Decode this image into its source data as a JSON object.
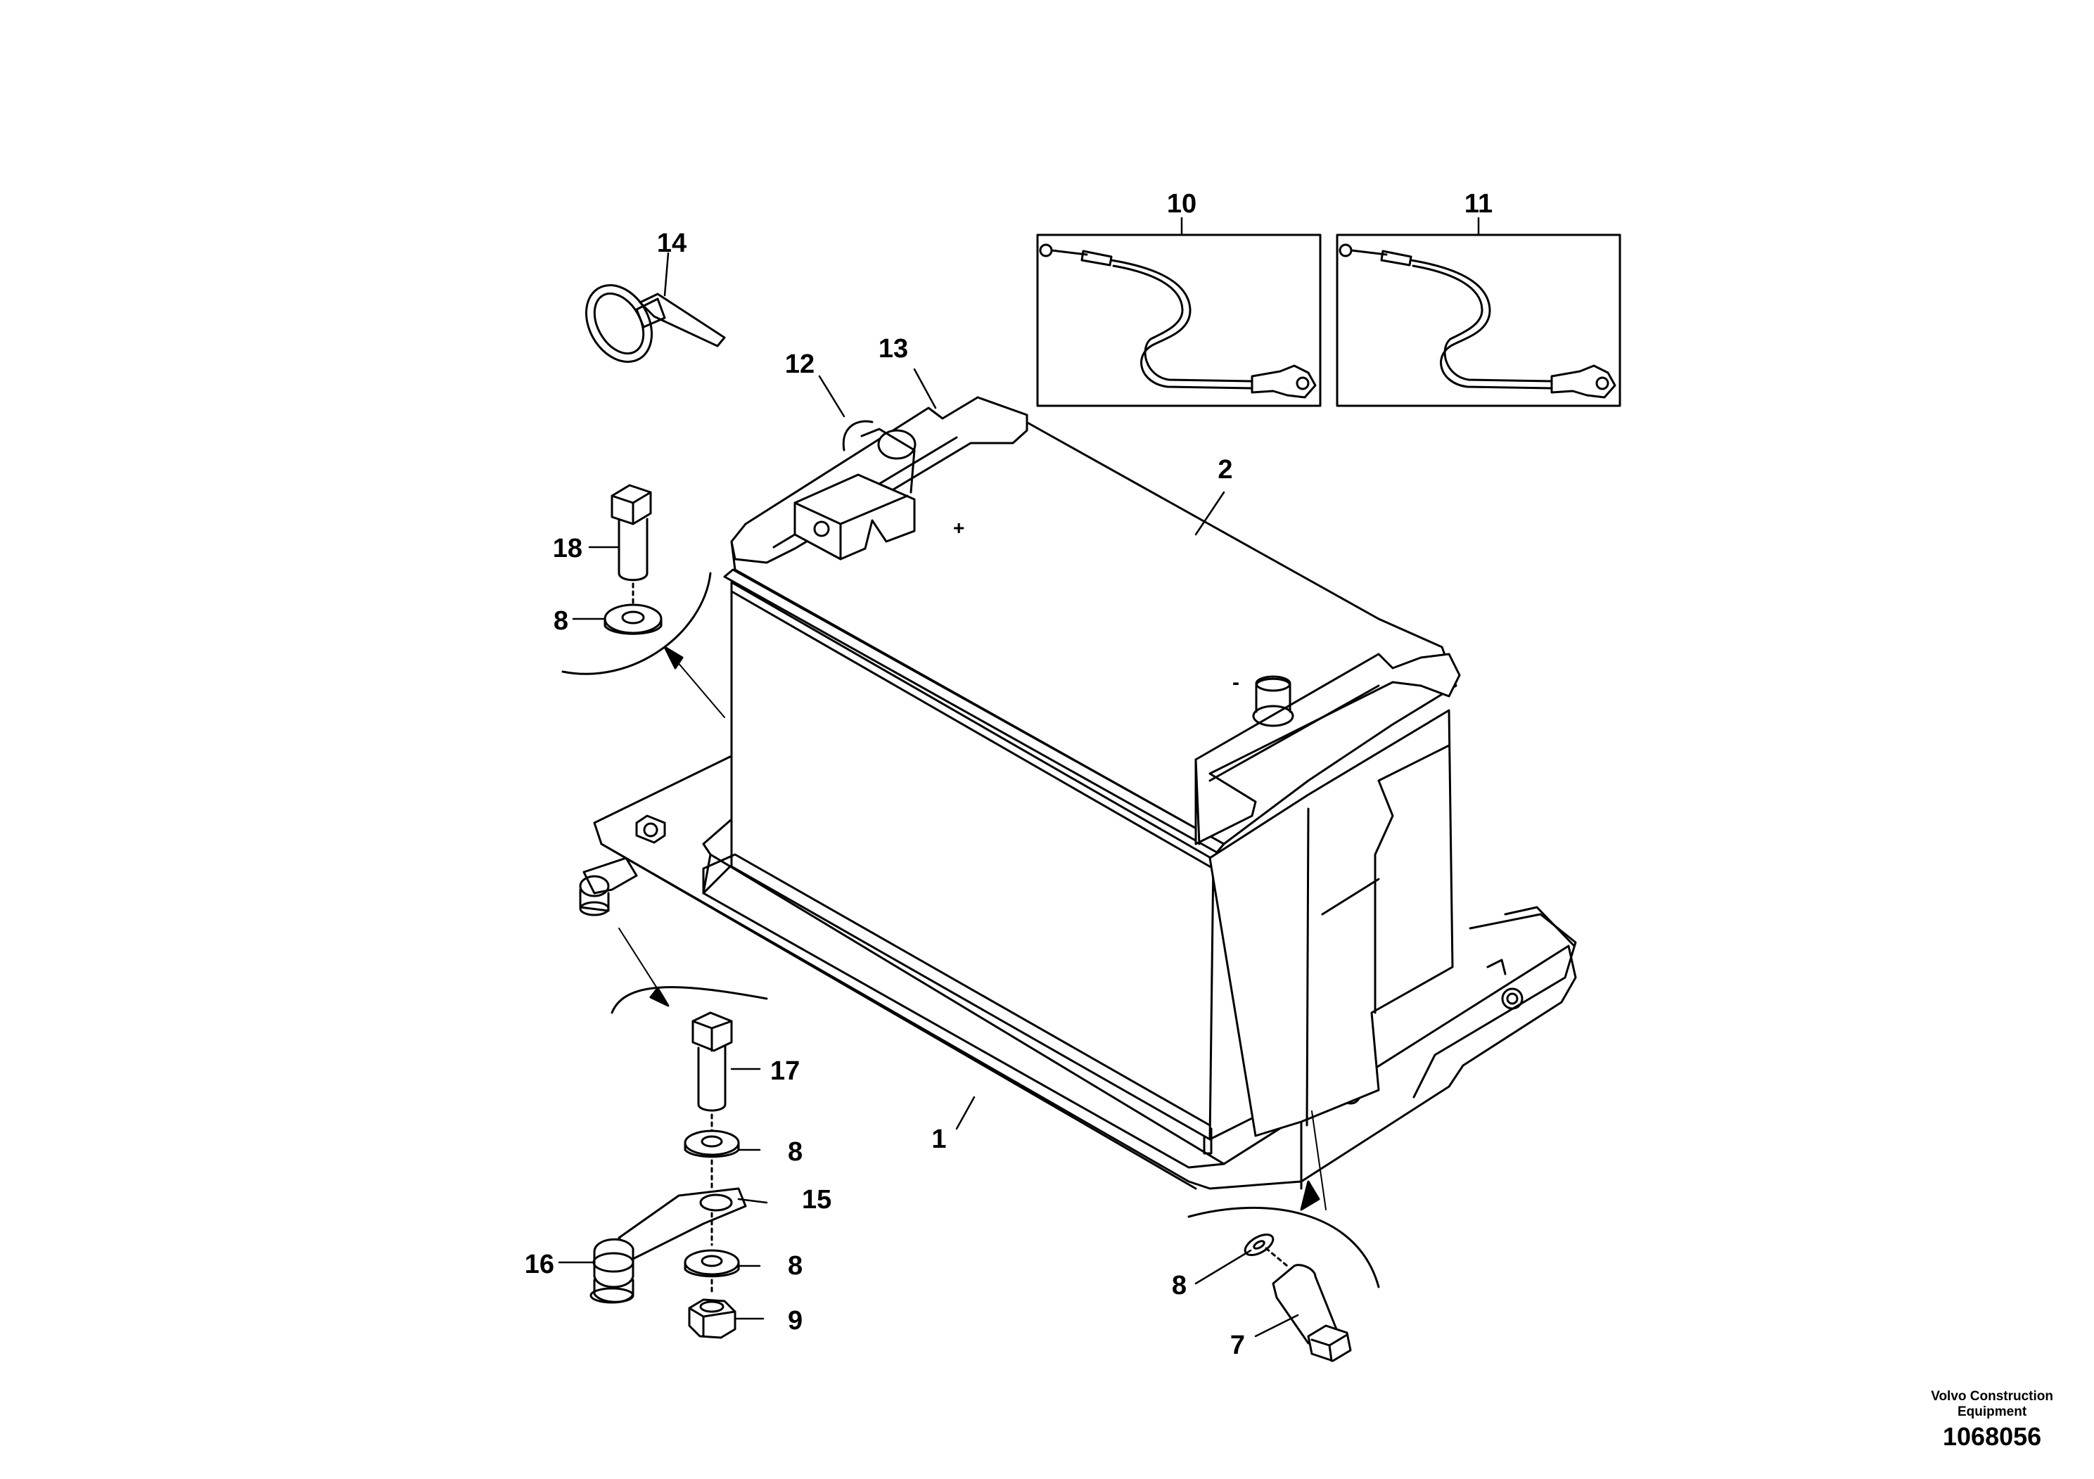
{
  "callouts": {
    "c1": "1",
    "c2": "2",
    "c7": "7",
    "c8a": "8",
    "c8b": "8",
    "c8c": "8",
    "c8d": "8",
    "c9": "9",
    "c10": "10",
    "c11": "11",
    "c12": "12",
    "c13": "13",
    "c14": "14",
    "c15": "15",
    "c16": "16",
    "c17": "17",
    "c18": "18"
  },
  "terminals": {
    "positive": "+",
    "negative": "-"
  },
  "footer": {
    "brand_line1": "Volvo Construction",
    "brand_line2": "Equipment",
    "doc_number": "1068056"
  }
}
